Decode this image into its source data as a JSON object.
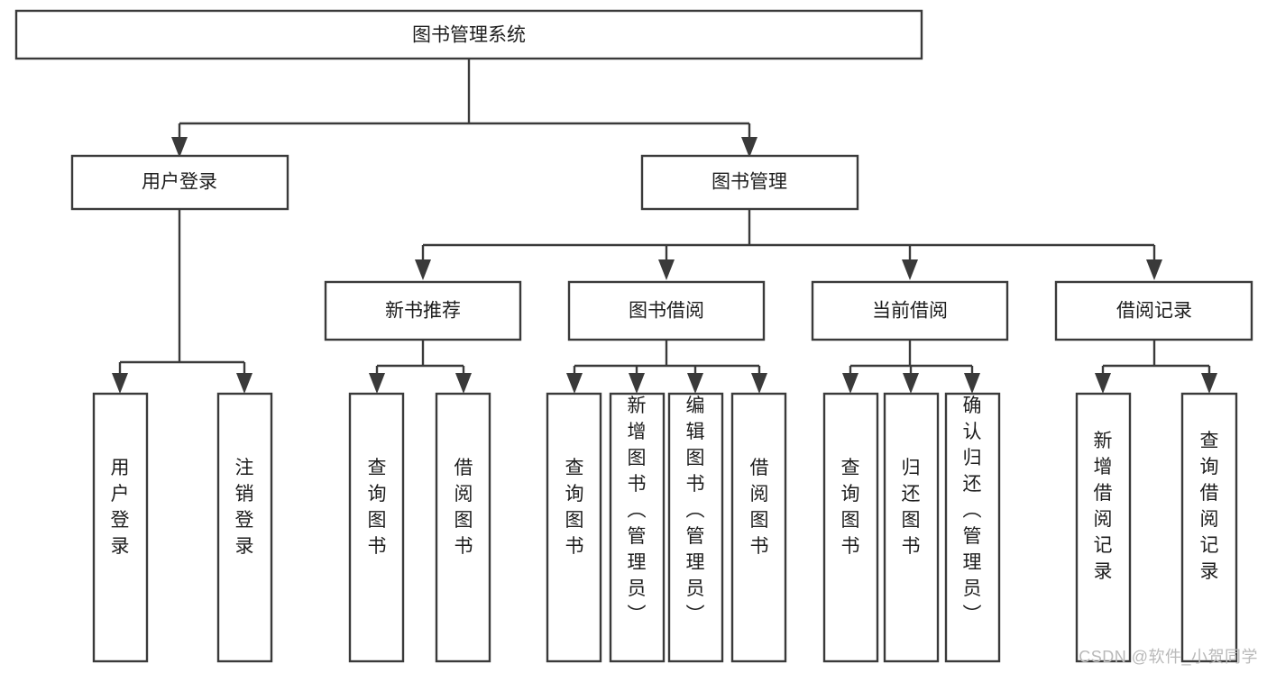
{
  "diagram": {
    "type": "tree",
    "title": "图书管理系统",
    "watermark": "CSDN @软件_小贺同学",
    "colors": {
      "box_stroke": "#3a3a3a",
      "box_fill": "#ffffff",
      "text": "#1d1d1d",
      "connector": "#3a3a3a",
      "watermark": "#b9b9b9",
      "background": "#ffffff"
    },
    "root": {
      "label": "图书管理系统"
    },
    "level1": [
      {
        "label": "用户登录"
      },
      {
        "label": "图书管理"
      }
    ],
    "level2": [
      {
        "label": "新书推荐"
      },
      {
        "label": "图书借阅"
      },
      {
        "label": "当前借阅"
      },
      {
        "label": "借阅记录"
      }
    ],
    "leaves": {
      "user_login": [
        {
          "label": "用户登录"
        },
        {
          "label": "注销登录"
        }
      ],
      "new_book_recommend": [
        {
          "label": "查询图书"
        },
        {
          "label": "借阅图书"
        }
      ],
      "book_borrow": [
        {
          "label": "查询图书"
        },
        {
          "label": "新增图书（管理员）"
        },
        {
          "label": "编辑图书（管理员）"
        },
        {
          "label": "借阅图书"
        }
      ],
      "current_borrow": [
        {
          "label": "查询图书"
        },
        {
          "label": "归还图书"
        },
        {
          "label": "确认归还（管理员）"
        }
      ],
      "borrow_record": [
        {
          "label": "新增借阅记录"
        },
        {
          "label": "查询借阅记录"
        }
      ]
    }
  }
}
